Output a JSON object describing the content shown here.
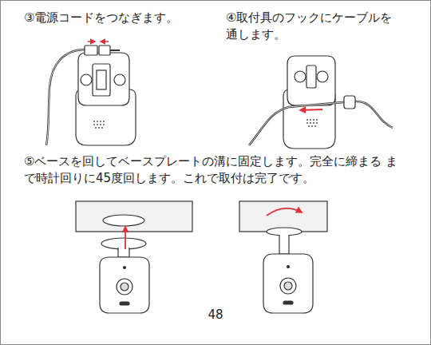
{
  "diagram": {
    "labels": [
      "③電源コードをつなぎます。",
      "④取付具のフックにケーブルを 通します。",
      "⑤ベースを回してベースプレートの溝に固定します。完全に締まる まで時計回りに45度回します。これで取付は完了です。",
      "48"
    ]
  }
}
